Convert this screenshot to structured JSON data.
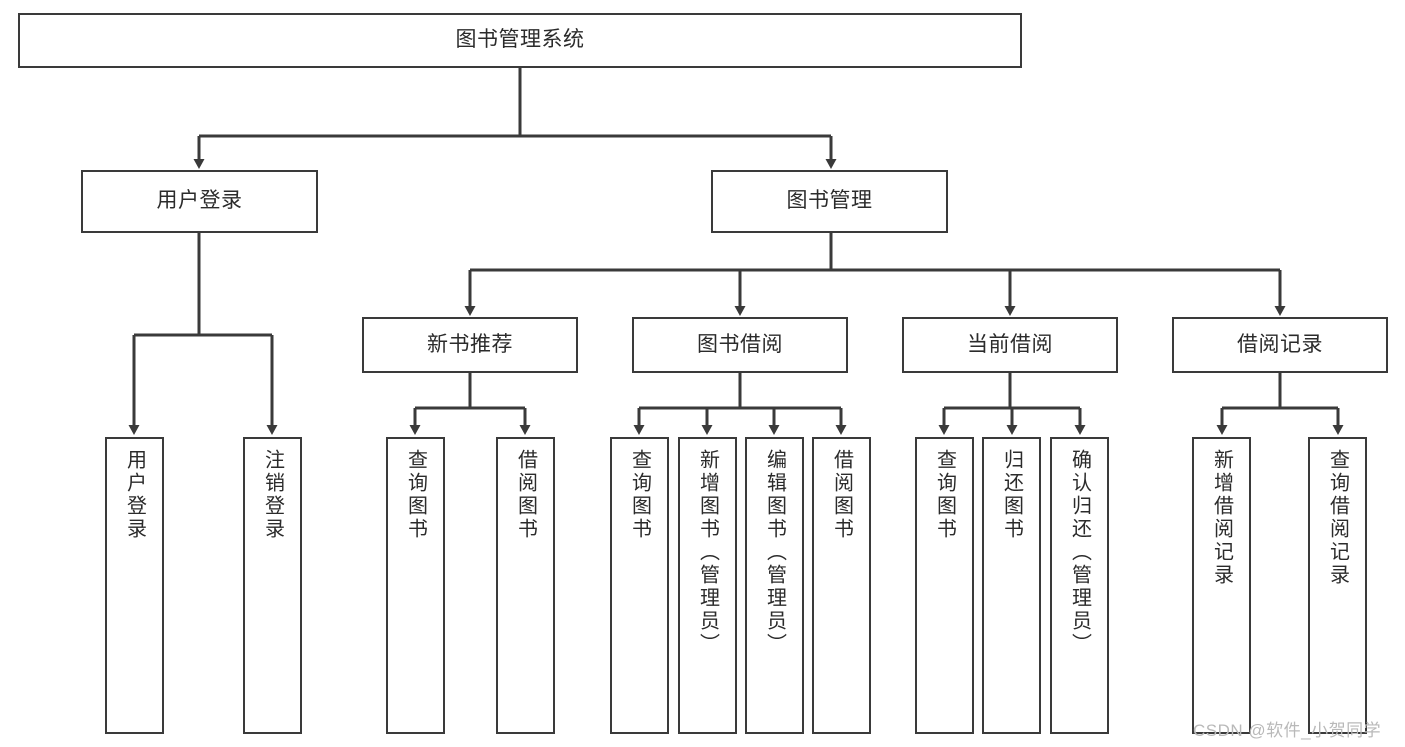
{
  "diagram": {
    "type": "tree-hierarchy-flowchart",
    "title": "图书管理系统",
    "watermark": "CSDN @软件_小贺同学",
    "colors": {
      "box_border": "#3a3a3a",
      "box_fill": "#ffffff",
      "connector": "#3a3a3a",
      "text": "#2b2b2b",
      "watermark": "#b9b9b9",
      "background": "#ffffff"
    },
    "levels": {
      "root": {
        "label": "图书管理系统"
      },
      "level2": [
        {
          "label": "用户登录"
        },
        {
          "label": "图书管理"
        }
      ],
      "level3": [
        {
          "label": "新书推荐"
        },
        {
          "label": "图书借阅"
        },
        {
          "label": "当前借阅"
        },
        {
          "label": "借阅记录"
        }
      ],
      "leaves": {
        "user_login": [
          {
            "label": "用户登录"
          },
          {
            "label": "注销登录"
          }
        ],
        "new_book_recommend": [
          {
            "label": "查询图书"
          },
          {
            "label": "借阅图书"
          }
        ],
        "book_borrow": [
          {
            "label": "查询图书"
          },
          {
            "label": "新增图书（管理员）"
          },
          {
            "label": "编辑图书（管理员）"
          },
          {
            "label": "借阅图书"
          }
        ],
        "current_borrow": [
          {
            "label": "查询图书"
          },
          {
            "label": "归还图书"
          },
          {
            "label": "确认归还（管理员）"
          }
        ],
        "borrow_record": [
          {
            "label": "新增借阅记录"
          },
          {
            "label": "查询借阅记录"
          }
        ]
      }
    }
  }
}
